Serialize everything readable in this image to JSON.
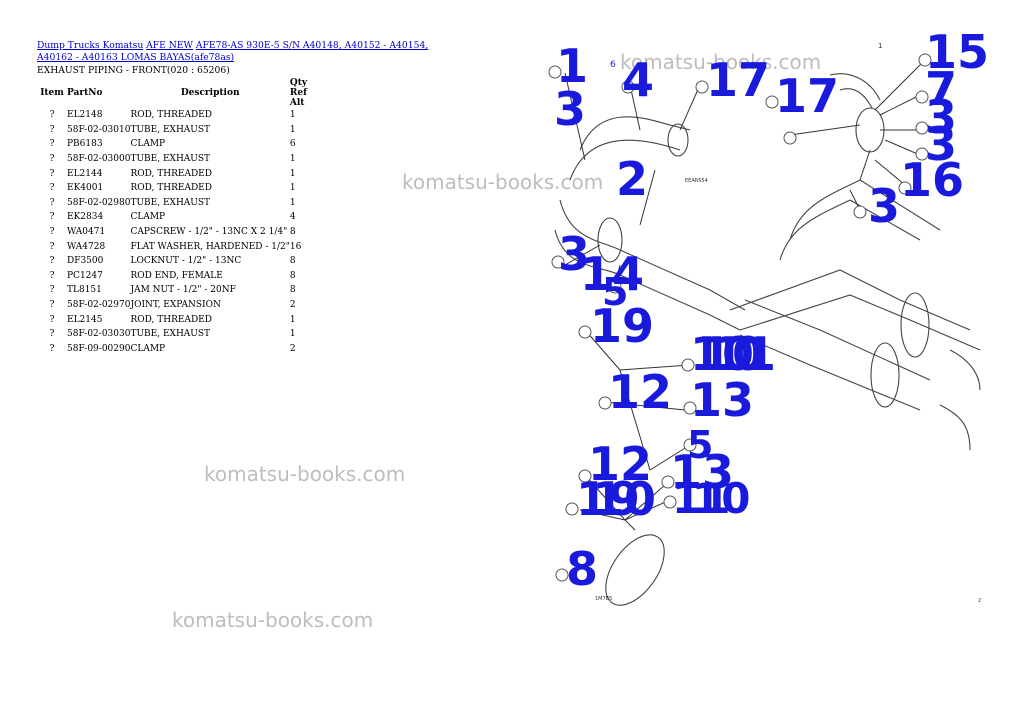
{
  "breadcrumb": {
    "link1": "Dump Trucks Komatsu",
    "link2": "AFE NEW",
    "link3": "AFE78-AS 930E-5 S/N A40148, A40152 - A40154, A40162 - A40163 LOMAS BAYAS(afe78as)"
  },
  "subtitle": "EXHAUST PIPING - FRONT(020 : 65206)",
  "table": {
    "headers": {
      "item": "Item",
      "partno": "PartNo",
      "description": "Description",
      "qty": "Qty Ref Alt"
    },
    "rows": [
      {
        "item": "?",
        "partno": "EL2148",
        "description": "ROD, THREADED",
        "qty": "1"
      },
      {
        "item": "?",
        "partno": "58F-02-03010",
        "description": "TUBE, EXHAUST",
        "qty": "1"
      },
      {
        "item": "?",
        "partno": "PB6183",
        "description": "CLAMP",
        "qty": "6"
      },
      {
        "item": "?",
        "partno": "58F-02-03000",
        "description": "TUBE, EXHAUST",
        "qty": "1"
      },
      {
        "item": "?",
        "partno": "EL2144",
        "description": "ROD, THREADED",
        "qty": "1"
      },
      {
        "item": "?",
        "partno": "EK4001",
        "description": "ROD, THREADED",
        "qty": "1"
      },
      {
        "item": "?",
        "partno": "58F-02-02980",
        "description": "TUBE, EXHAUST",
        "qty": "1"
      },
      {
        "item": "?",
        "partno": "EK2834",
        "description": "CLAMP",
        "qty": "4"
      },
      {
        "item": "?",
        "partno": "WA0471",
        "description": "CAPSCREW - 1/2\" - 13NC X 2 1/4\"",
        "qty": "8"
      },
      {
        "item": "?",
        "partno": "WA4728",
        "description": "FLAT WASHER, HARDENED - 1/2\"",
        "qty": "16"
      },
      {
        "item": "?",
        "partno": "DF3500",
        "description": "LOCKNUT - 1/2\" - 13NC",
        "qty": "8"
      },
      {
        "item": "?",
        "partno": "PC1247",
        "description": "ROD END, FEMALE",
        "qty": "8"
      },
      {
        "item": "?",
        "partno": "TL8151",
        "description": "JAM NUT - 1/2\" - 20NF",
        "qty": "8"
      },
      {
        "item": "?",
        "partno": "58F-02-02970",
        "description": "JOINT, EXPANSION",
        "qty": "2"
      },
      {
        "item": "?",
        "partno": "EL2145",
        "description": "ROD, THREADED",
        "qty": "1"
      },
      {
        "item": "?",
        "partno": "58F-02-03030",
        "description": "TUBE, EXHAUST",
        "qty": "1"
      },
      {
        "item": "?",
        "partno": "58F-09-00290",
        "description": "CLAMP",
        "qty": "2"
      }
    ]
  },
  "watermark": "komatsu-books.com",
  "diagram": {
    "callouts": [
      "1",
      "4",
      "17",
      "15",
      "7",
      "17",
      "3",
      "3",
      "3",
      "2",
      "16",
      "3",
      "3",
      "14",
      "5",
      "19",
      "10",
      "10",
      "11",
      "12",
      "13",
      "5",
      "12",
      "13",
      "19",
      "10",
      "11",
      "10",
      "8"
    ],
    "small_labels": [
      "6",
      "1",
      "EEAR554",
      "1M7B5",
      "2"
    ]
  }
}
